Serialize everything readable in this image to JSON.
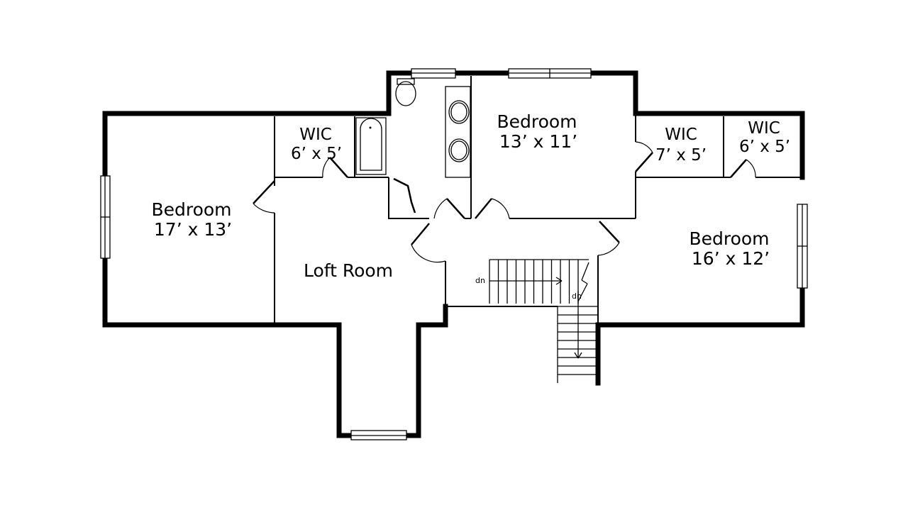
{
  "rooms": {
    "bedroom_left": {
      "name": "Bedroom",
      "size": "17’ x 13’"
    },
    "wic_left": {
      "name": "WIC",
      "size": "6’ x 5’"
    },
    "bedroom_center": {
      "name": "Bedroom",
      "size": "13’ x 11’"
    },
    "wic_mid": {
      "name": "WIC",
      "size": "7’ x 5’"
    },
    "wic_right": {
      "name": "WIC",
      "size": "6’ x 5’"
    },
    "bedroom_right": {
      "name": "Bedroom",
      "size": "16’ x 12’"
    },
    "loft": {
      "name": "Loft Room"
    }
  },
  "stairs": {
    "label_upper": "dn",
    "label_lower": "dn"
  }
}
